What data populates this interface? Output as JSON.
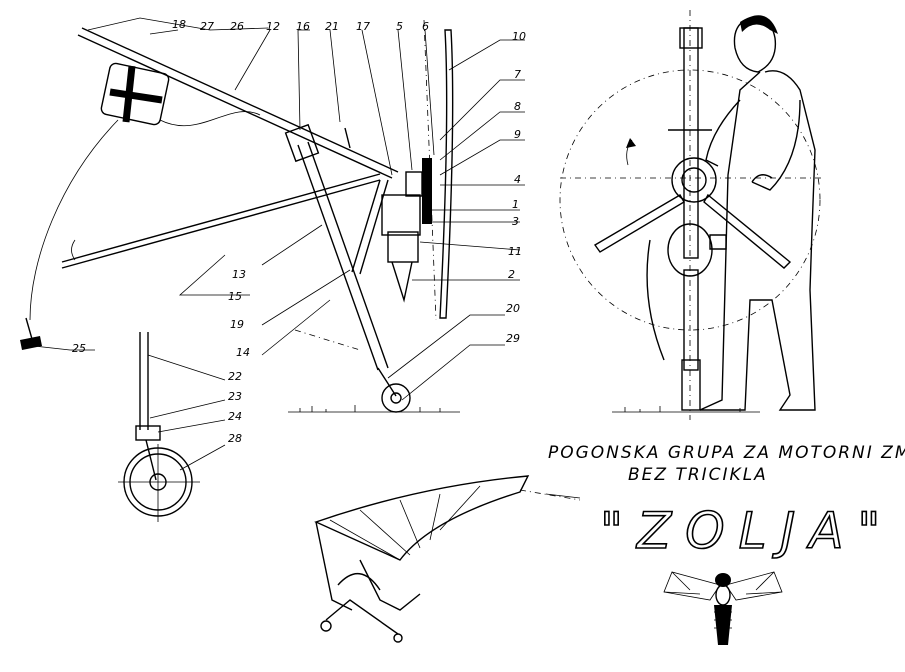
{
  "title": {
    "line1": "POGONSKA GRUPA ZA MOTORNI ZMAJ",
    "line2": "BEZ TRICIKLA",
    "name": "\"ZOLJA\""
  },
  "part_labels": {
    "p18": "18",
    "p27": "27",
    "p26": "26",
    "p12": "12",
    "p16": "16",
    "p21": "21",
    "p17": "17",
    "p5": "5",
    "p6": "6",
    "p10": "10",
    "p7": "7",
    "p8": "8",
    "p9": "9",
    "p4": "4",
    "p1": "1",
    "p3": "3",
    "p11": "11",
    "p2": "2",
    "p20": "20",
    "p29": "29",
    "p13": "13",
    "p15": "15",
    "p19": "19",
    "p14": "14",
    "p25": "25",
    "p22": "22",
    "p23": "23",
    "p24": "24",
    "p28": "28"
  }
}
